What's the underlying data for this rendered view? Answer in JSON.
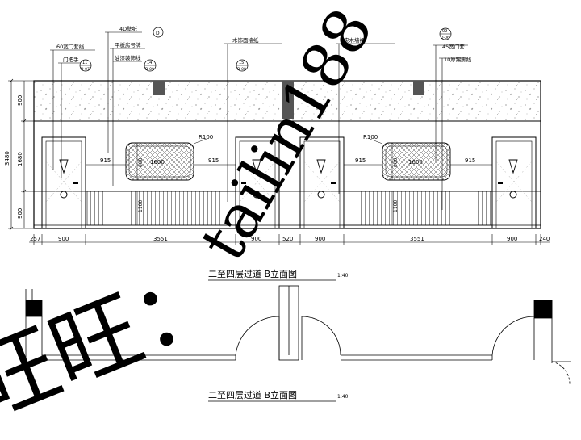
{
  "elevation": {
    "title": "二至四层过道 B立面图",
    "scale": "1:40",
    "callouts": {
      "c60": "60宽门套线",
      "door_handle": "门把手",
      "c4d": "4D壁纸",
      "sign": "平板房号牌",
      "frame": "油漆装饰线",
      "c15": "木饰面墙纸",
      "c16": "实木墙裙",
      "c45": "45宽门套",
      "c10": "10厚踢脚线"
    },
    "bubbles": {
      "b11": "11",
      "b11s": "D-07",
      "b14": "14",
      "b14s": "D-09",
      "b15": "15",
      "b15s": "D-08",
      "b09": "09",
      "b09s": "D-06",
      "bD": "D"
    },
    "heights": {
      "h900_top": "900",
      "h3480": "3480",
      "h1680": "1680",
      "h900_bottom": "900"
    },
    "dims": {
      "d257": "257",
      "d900a": "900",
      "d3551a": "3551",
      "d900b": "900",
      "d520": "520",
      "d900c": "900",
      "d3551b": "3551",
      "d900d": "900",
      "d240": "240"
    },
    "panel": {
      "left": "915",
      "width": "1600",
      "height": "800",
      "right": "915",
      "radius": "R100",
      "wainscot": "1100"
    }
  },
  "plan": {
    "title": "二至四层过道 B立面图",
    "scale": "1:40"
  },
  "watermark": {
    "text_id": "tailin188",
    "text_shop": "旺旺："
  }
}
